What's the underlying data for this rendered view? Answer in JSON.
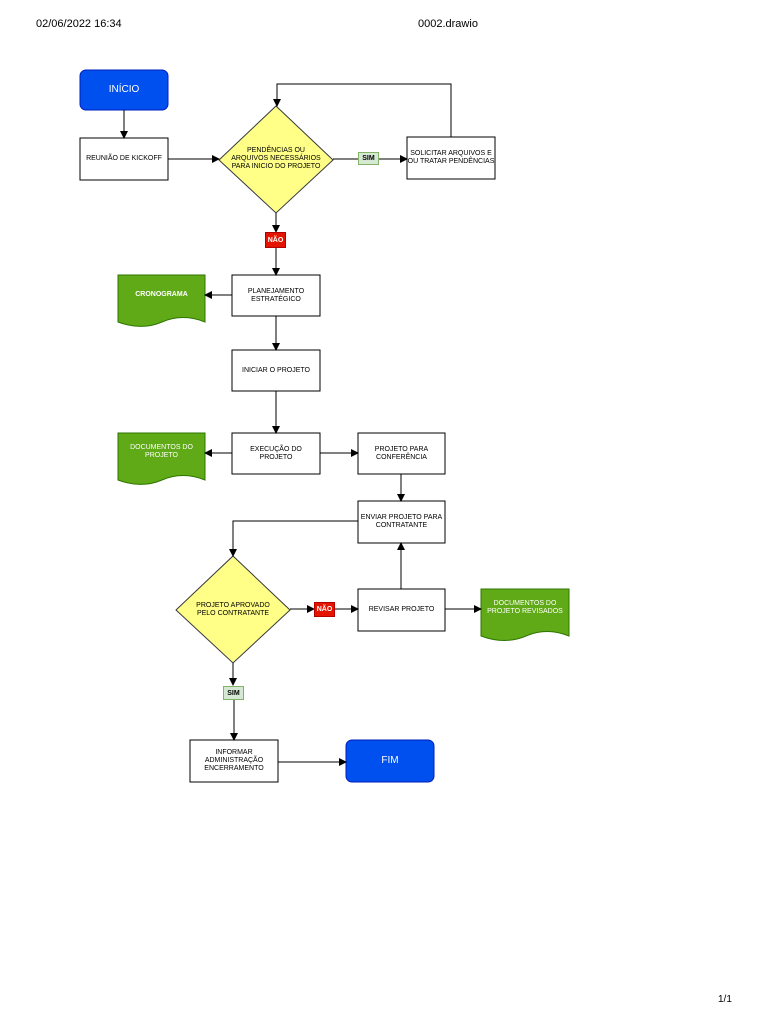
{
  "header": {
    "datetime": "02/06/2022 16:34",
    "filename": "0002.drawio",
    "page": "1/1"
  },
  "colors": {
    "terminator": "#0050ef",
    "decision": "#ffff88",
    "document": "#60a917",
    "yes_tag": "#d5e8d4",
    "no_tag": "#e51400"
  },
  "nodes": {
    "inicio": "INÍCIO",
    "kickoff": "REUNIÃO DE KICKOFF",
    "pendencias": "PENDÊNCIAS OU ARQUIVOS NECESSÁRIOS PARA INICIO DO PROJETO",
    "solicitar": "SOLICITAR ARQUIVOS E OU TRATAR PENDÊNCIAS",
    "planejamento": "PLANEJAMENTO ESTRATÉGICO",
    "cronograma": "CRONOGRAMA",
    "iniciar": "INICIAR O PROJETO",
    "execucao": "EXECUÇÃO DO PROJETO",
    "docs_projeto": "DOCUMENTOS DO PROJETO",
    "conferencia": "PROJETO PARA CONFERÊNCIA",
    "enviar": "ENVIAR PROJETO PARA CONTRATANTE",
    "aprovado": "PROJETO APROVADO PELO CONTRATANTE",
    "revisar": "REVISAR PROJETO",
    "docs_revisados": "DOCUMENTOS DO PROJETO REVISADOS",
    "informar": "INFORMAR ADMINISTRAÇÃO ENCERRAMENTO",
    "fim": "FIM"
  },
  "tags": {
    "sim_1": "SIM",
    "nao_1": "NÃO",
    "nao_2": "NÃO",
    "sim_2": "SIM"
  }
}
